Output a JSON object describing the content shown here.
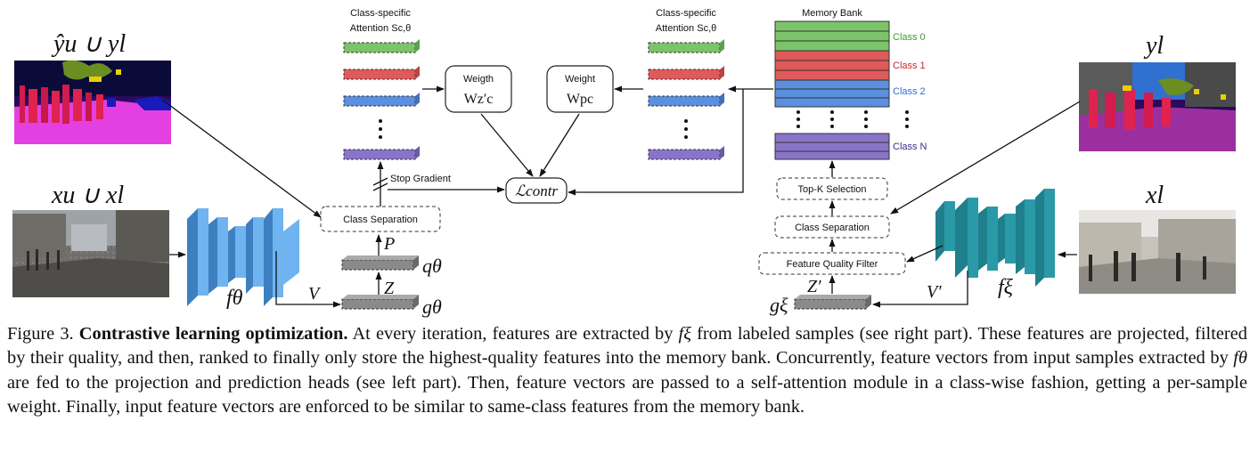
{
  "figure": {
    "labels": {
      "y_u_union_y_l": "ŷu ∪ yl",
      "x_u_union_x_l": "xu ∪ xl",
      "y_l": "yl",
      "x_l": "xl",
      "f_theta": "fθ",
      "f_xi": "fξ",
      "V": "V",
      "V_prime": "V′",
      "Z": "Z",
      "Z_prime": "Z′",
      "P": "P",
      "q_theta": "qθ",
      "g_theta": "gθ",
      "g_xi": "gξ",
      "class_separation_left": "Class Separation",
      "class_separation_right": "Class Separation",
      "stop_gradient": "Stop Gradient",
      "loss": "ℒcontr",
      "csa_left_line1": "Class-specific",
      "csa_left_line2": "Attention Sc,θ",
      "csa_right_line1": "Class-specific",
      "csa_right_line2": "Attention Sc,θ",
      "weight_left_title": "Weigth",
      "weight_left_symbol": "Wz′c",
      "weight_right_title": "Weight",
      "weight_right_symbol": "Wpc",
      "memory_bank_title": "Memory Bank",
      "class_0": "Class 0",
      "class_1": "Class 1",
      "class_2": "Class 2",
      "class_n": "Class N",
      "top_k_selection": "Top-K Selection",
      "feature_quality_filter": "Feature Quality Filter"
    },
    "colors": {
      "green": "#7CC46A",
      "red": "#E05A5A",
      "blue": "#5B8FE0",
      "purple": "#8A74C8",
      "class_0_text": "#3d9a2e",
      "class_1_text": "#c62828",
      "class_2_text": "#2f6fd1",
      "class_n_text": "#3a2a8a",
      "encoder_light": "#6FB4F0",
      "encoder_teal": "#1F7F8C"
    },
    "images": [
      {
        "name": "pseudo-label-image",
        "description": "segmentation map"
      },
      {
        "name": "input-images",
        "description": "street scene"
      },
      {
        "name": "label-image",
        "description": "segmentation map"
      },
      {
        "name": "labeled-image",
        "description": "street scene"
      }
    ]
  },
  "caption": {
    "figure_number": "Figure 3.",
    "title": "Contrastive learning optimization.",
    "part1": "At every iteration, features are extracted by",
    "symbol1": "fξ",
    "part2": "from labeled samples (see right part). These features are projected, filtered by their quality, and then, ranked to finally only store the highest-quality features into the memory bank. Concurrently, feature vectors from input samples extracted by",
    "symbol2": "fθ",
    "part3": "are fed to the projection and prediction heads (see left part). Then, feature vectors are passed to a self-attention module in a class-wise fashion, getting a per-sample weight. Finally, input feature vectors are enforced to be similar to same-class features from the memory bank."
  }
}
